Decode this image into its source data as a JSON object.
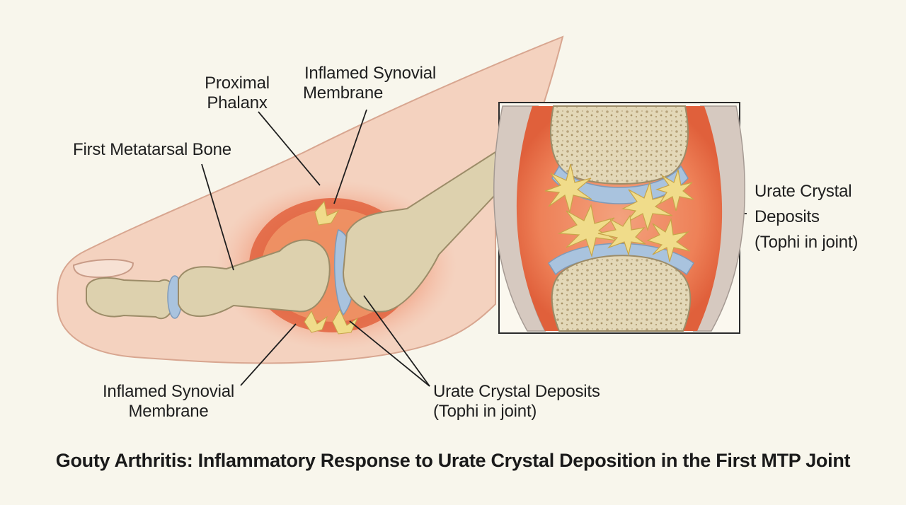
{
  "labels": {
    "proximal_phalanx": [
      "Proximal",
      "Phalanx"
    ],
    "synovial_top": [
      "Inflamed Synovial",
      "Membrane"
    ],
    "first_metatarsal": "First Metatarsal Bone",
    "synovial_bottom": [
      "Inflamed Synovial",
      "Membrane"
    ],
    "urate_bottom": [
      "Urate Crystal Deposits",
      "(Tophi in joint)"
    ],
    "urate_inset": [
      "Urate Crystal",
      "Deposits",
      "(Tophi in joint)"
    ]
  },
  "caption": "Gouty Arthritis: Inflammatory Response to Urate Crystal Deposition in the First MTP Joint",
  "colors": {
    "background": "#f8f6ec",
    "skin": "#f4d2bf",
    "inflammation": "#e4573a",
    "bone": "#ddd1ae",
    "cartilage": "#a9c3de",
    "crystal": "#f0dc8a"
  }
}
